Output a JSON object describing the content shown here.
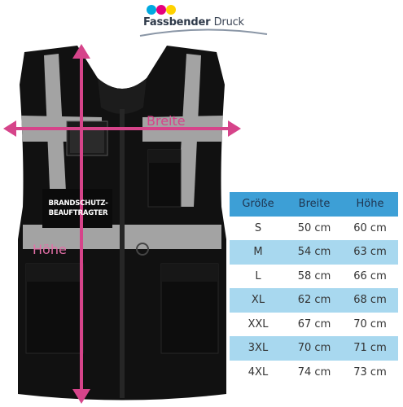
{
  "logo": {
    "brand_bold": "Fassbender",
    "brand_light": "Druck",
    "colors": [
      "#00a9e0",
      "#e5007e",
      "#ffd200"
    ]
  },
  "product": {
    "badge_line1": "BRANDSCHUTZ-",
    "badge_line2": "BEAUFTRAGTER",
    "width_label": "Breite",
    "height_label": "Höhe",
    "vest_color": "#111111",
    "reflective_color": "#a3a3a3",
    "measure_color": "#d6448a"
  },
  "size_table": {
    "headers": [
      "Größe",
      "Breite",
      "Höhe"
    ],
    "rows": [
      {
        "size": "S",
        "width": "50 cm",
        "height": "60 cm"
      },
      {
        "size": "M",
        "width": "54 cm",
        "height": "63 cm"
      },
      {
        "size": "L",
        "width": "58 cm",
        "height": "66 cm"
      },
      {
        "size": "XL",
        "width": "62 cm",
        "height": "68 cm"
      },
      {
        "size": "XXL",
        "width": "67 cm",
        "height": "70 cm"
      },
      {
        "size": "3XL",
        "width": "70 cm",
        "height": "71 cm"
      },
      {
        "size": "4XL",
        "width": "74 cm",
        "height": "73 cm"
      }
    ],
    "header_color": "#3d9fd6",
    "stripe_color": "#a8d8ef"
  }
}
